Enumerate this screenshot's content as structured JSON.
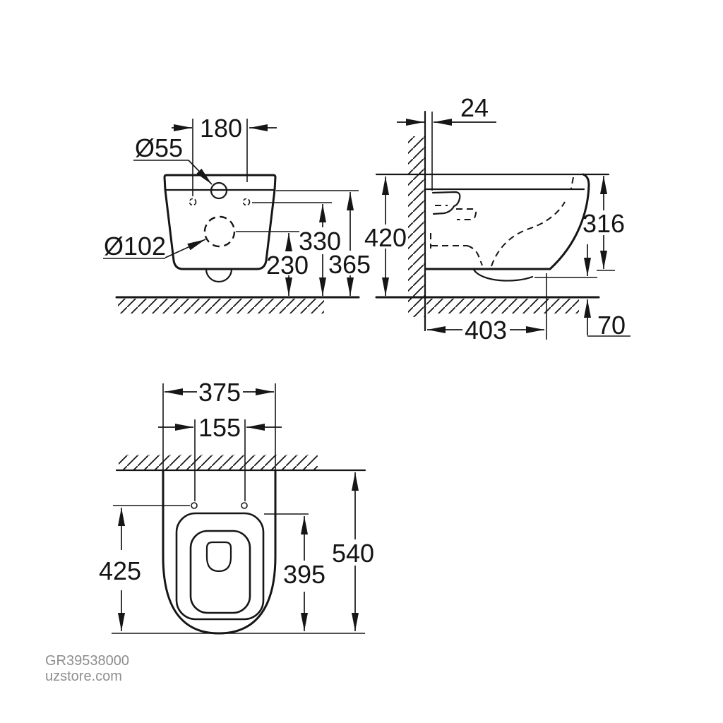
{
  "document": {
    "type": "technical-dimension-drawing",
    "subject": "wall-hung toilet, three orthographic views with millimeter dimensions"
  },
  "views": {
    "front": {
      "name": "front view",
      "dims": {
        "hole_spacing": "180",
        "inlet_diameter": "Ø55",
        "outlet_diameter": "Ø102",
        "hole_height": "330",
        "outlet_height": "230",
        "rim_height": "365"
      }
    },
    "side": {
      "name": "side view",
      "dims": {
        "wall_offset": "24",
        "total_height": "420",
        "body_height": "316",
        "depth": "403",
        "floor_clearance": "70"
      }
    },
    "plan": {
      "name": "top view",
      "dims": {
        "width": "375",
        "seat_hole_spacing": "155",
        "bowl_length": "425",
        "seat_length": "395",
        "total_depth": "540"
      }
    }
  },
  "watermark": {
    "product_code": "GR39538000",
    "site": "uzstore.com"
  },
  "colors": {
    "line": "#161616",
    "text": "#141414",
    "watermark": "#8e8e8e",
    "background": "#ffffff"
  }
}
